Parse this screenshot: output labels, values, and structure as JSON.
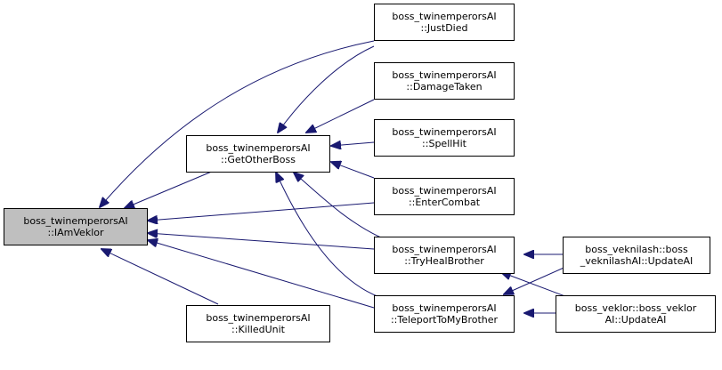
{
  "colors": {
    "edge": "#191970",
    "border": "#000000",
    "highlight": "#bfbfbf",
    "background": "#ffffff"
  },
  "nodes": {
    "iamveklor": {
      "line1": "boss_twinemperorsAI",
      "line2": "::IAmVeklor"
    },
    "getotherboss": {
      "line1": "boss_twinemperorsAI",
      "line2": "::GetOtherBoss"
    },
    "killedunit": {
      "line1": "boss_twinemperorsAI",
      "line2": "::KilledUnit"
    },
    "justdied": {
      "line1": "boss_twinemperorsAI",
      "line2": "::JustDied"
    },
    "damagetaken": {
      "line1": "boss_twinemperorsAI",
      "line2": "::DamageTaken"
    },
    "spellhit": {
      "line1": "boss_twinemperorsAI",
      "line2": "::SpellHit"
    },
    "entercombat": {
      "line1": "boss_twinemperorsAI",
      "line2": "::EnterCombat"
    },
    "tryhealbrother": {
      "line1": "boss_twinemperorsAI",
      "line2": "::TryHealBrother"
    },
    "teleporttobrother": {
      "line1": "boss_twinemperorsAI",
      "line2": "::TeleportToMyBrother"
    },
    "veknilash_update": {
      "line1": "boss_veknilash::boss",
      "line2": "_veknilashAI::UpdateAI"
    },
    "veklor_update": {
      "line1": "boss_veklor::boss_veklor",
      "line2": "AI::UpdateAI"
    }
  }
}
